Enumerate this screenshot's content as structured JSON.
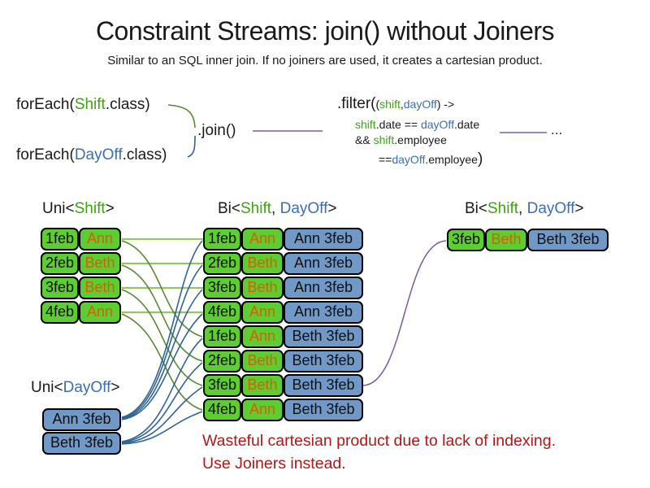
{
  "title": "Constraint Streams: join() without Joiners",
  "subtitle": "Similar to an SQL inner join. If no joiners are used, it creates a cartesian product.",
  "colors": {
    "keyword_green": "#3FA315",
    "keyword_blue": "#3A6FB5",
    "name_orange": "#D26200",
    "box_green": "#5ECC33",
    "box_blue": "#7099C8",
    "line_green": "#578B2F",
    "line_green_light": "#94C464",
    "line_blue": "#2F6496",
    "line_purple": "#7A5CA0",
    "warning_red": "#B11818"
  },
  "code": {
    "foreach_shift": {
      "p0": "forEach(",
      "p1": "Shift",
      "p2": ".class)"
    },
    "foreach_dayoff": {
      "p0": "forEach(",
      "p1": "DayOff",
      "p2": ".class)"
    },
    "join": ".join()",
    "filter": {
      "fn": ".filter(",
      "a0": "(",
      "a1": "shift",
      "a2": ", ",
      "a3": "dayOff",
      "a4": ") ->",
      "l2_0": "shift",
      "l2_1": ".date == ",
      "l2_2": "dayOff",
      "l2_3": ".date",
      "l3_0": "&& ",
      "l3_1": "shift",
      "l3_2": ".employee",
      "l4_0": "== ",
      "l4_1": "dayOff",
      "l4_2": ".employee",
      "close": ")"
    },
    "ellipsis": "..."
  },
  "labels": {
    "uni_shift": {
      "p0": "Uni<",
      "p1": "Shift",
      "p2": ">"
    },
    "bi_mid": {
      "p0": "Bi<",
      "p1": "Shift",
      "p2": ", ",
      "p3": "DayOff",
      "p4": ">"
    },
    "bi_right": {
      "p0": "Bi<",
      "p1": "Shift",
      "p2": ", ",
      "p3": "DayOff",
      "p4": ">"
    },
    "uni_dayoff": {
      "p0": "Uni<",
      "p1": "DayOff",
      "p2": ">"
    }
  },
  "shift_rows": [
    {
      "date": "1feb",
      "name": "Ann"
    },
    {
      "date": "2feb",
      "name": "Beth"
    },
    {
      "date": "3feb",
      "name": "Beth"
    },
    {
      "date": "4feb",
      "name": "Ann"
    }
  ],
  "cartesian_rows": [
    {
      "date": "1feb",
      "name": "Ann",
      "combo": "Ann 3feb"
    },
    {
      "date": "2feb",
      "name": "Beth",
      "combo": "Ann 3feb"
    },
    {
      "date": "3feb",
      "name": "Beth",
      "combo": "Ann 3feb"
    },
    {
      "date": "4feb",
      "name": "Ann",
      "combo": "Ann 3feb"
    },
    {
      "date": "1feb",
      "name": "Ann",
      "combo": "Beth 3feb"
    },
    {
      "date": "2feb",
      "name": "Beth",
      "combo": "Beth 3feb"
    },
    {
      "date": "3feb",
      "name": "Beth",
      "combo": "Beth 3feb"
    },
    {
      "date": "4feb",
      "name": "Ann",
      "combo": "Beth 3feb"
    }
  ],
  "result_row": {
    "date": "3feb",
    "name": "Beth",
    "combo": "Beth 3feb"
  },
  "dayoff_rows": [
    {
      "label": "Ann 3feb"
    },
    {
      "label": "Beth 3feb"
    }
  ],
  "warning": {
    "line1": "Wasteful cartesian product due to lack of indexing.",
    "line2": "Use Joiners instead."
  }
}
